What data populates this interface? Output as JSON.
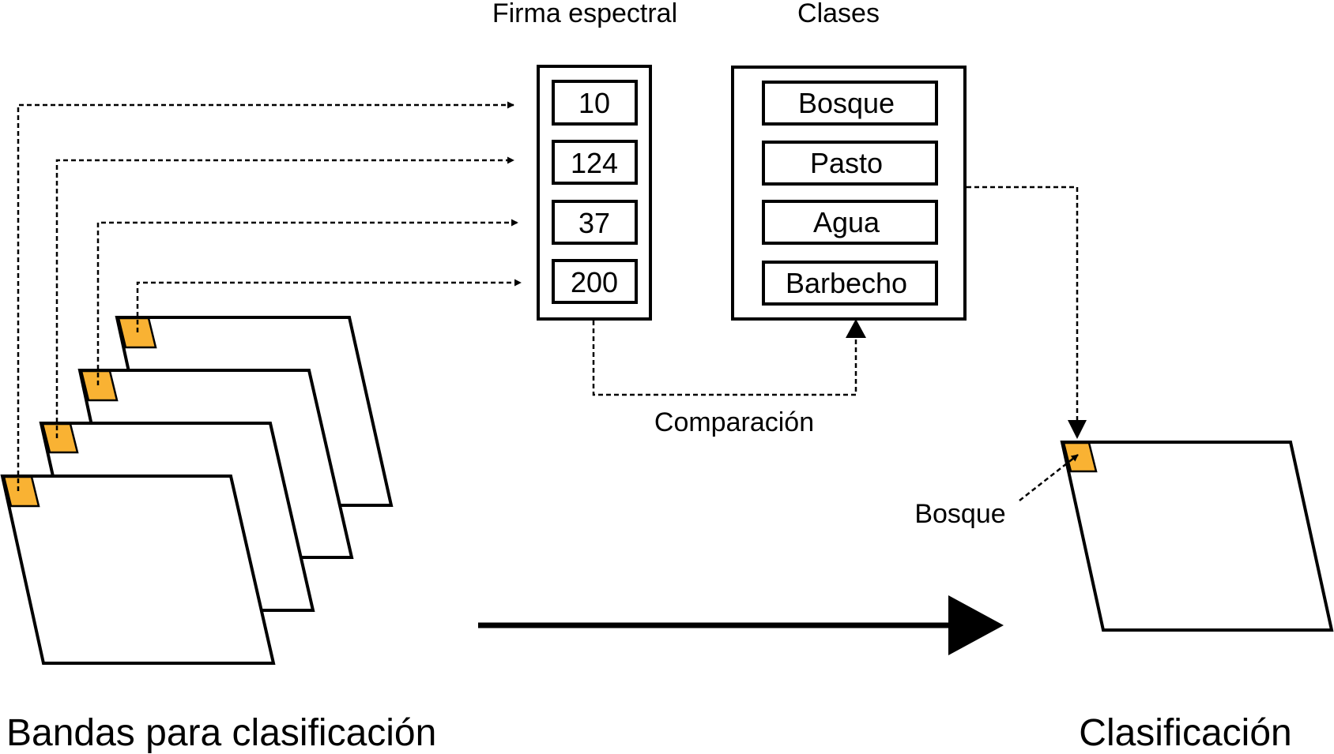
{
  "headers": {
    "signature": "Firma espectral",
    "classes": "Clases"
  },
  "signature_values": [
    "10",
    "124",
    "37",
    "200"
  ],
  "class_names": [
    "Bosque",
    "Pasto",
    "Agua",
    "Barbecho"
  ],
  "comparison_label": "Comparación",
  "result_label": "Bosque",
  "captions": {
    "bands": "Bandas para clasificación",
    "classification": "Clasificación"
  },
  "colors": {
    "pixel": "#f9b233",
    "stroke": "#000000",
    "background": "#ffffff"
  }
}
